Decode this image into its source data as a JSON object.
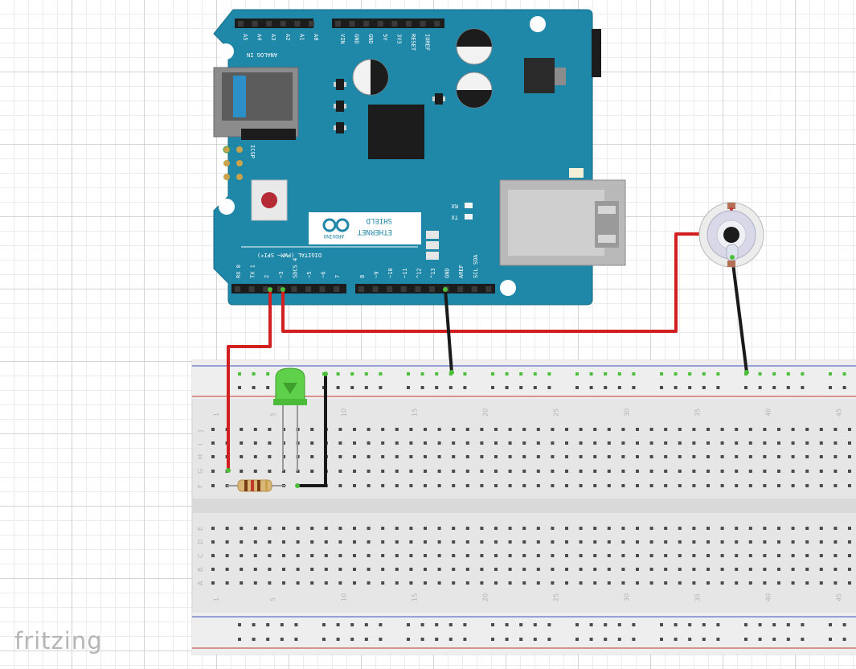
{
  "colors": {
    "board": "#1f87a8",
    "board_dark": "#166d88",
    "wire_red": "#d21f1f",
    "wire_black": "#1a1a1a",
    "breadboard": "#e6e6e6",
    "rail_red": "#c83232",
    "rail_blue": "#3a4fc0",
    "led": "#5fd04a",
    "hole": "#4a4a4a",
    "hole_green": "#4bbf3a"
  },
  "brand": "fritzing",
  "shield": {
    "name_line1": "ETHERNET",
    "name_line2": "SHIELD",
    "vendor": "ARDUINO",
    "digital_label": "DIGITAL (PWM~ SPI*)",
    "analog_label": "ANALOG IN",
    "icsp": "ICSP",
    "rx_led": "RX",
    "tx_led": "TX",
    "analog_pins": [
      "A5",
      "A4",
      "A3",
      "A2",
      "A1",
      "A0"
    ],
    "power_pins": [
      "VIN",
      "GND",
      "GND",
      "5V",
      "3V3",
      "RESET",
      "IOREF"
    ],
    "digital_pins_low": [
      "RX 0",
      "TX 1",
      "2",
      "~3",
      "SDCS 4",
      "~5",
      "~6",
      "7"
    ],
    "digital_pins_high": [
      "8",
      "~9",
      "~10",
      "~11",
      "^12",
      "^13",
      "GND",
      "AREF",
      "SCL SDA"
    ]
  },
  "breadboard": {
    "column_numbers": [
      "1",
      "5",
      "10",
      "15",
      "20",
      "25",
      "30",
      "35",
      "40",
      "45"
    ],
    "rows_top": [
      "J",
      "I",
      "H",
      "G",
      "F"
    ],
    "rows_bottom": [
      "E",
      "D",
      "C",
      "B",
      "A"
    ]
  },
  "components": [
    "LED",
    "resistor",
    "potentiometer"
  ]
}
